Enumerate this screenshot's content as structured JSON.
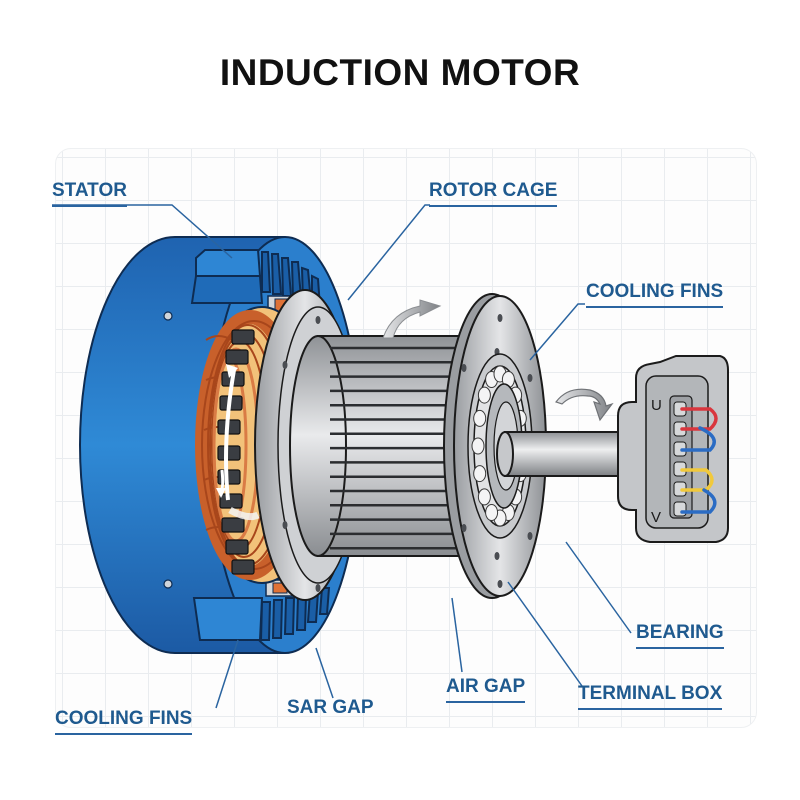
{
  "title": "INDUCTION MOTOR",
  "labels": {
    "stator": "STATOR",
    "rotor_cage": "ROTOR CAGE",
    "cooling_fins_top": "COOLING FINS",
    "bearing": "BEARING",
    "terminal_box": "TERMINAL BOX",
    "air_gap": "AIR GAP",
    "sar_gap": "SAR GAP",
    "cooling_fins_bottom": "COOLING FINS"
  },
  "terminal_box": {
    "letters": [
      "U",
      "V"
    ],
    "wire_colors": [
      "#d9363e",
      "#2b6cc4",
      "#f1c93b"
    ]
  },
  "colors": {
    "stator_blue": "#2a7cc9",
    "label_blue": "#1f5a8f",
    "copper": "#c8602b",
    "steel": "#b9bcc0"
  }
}
